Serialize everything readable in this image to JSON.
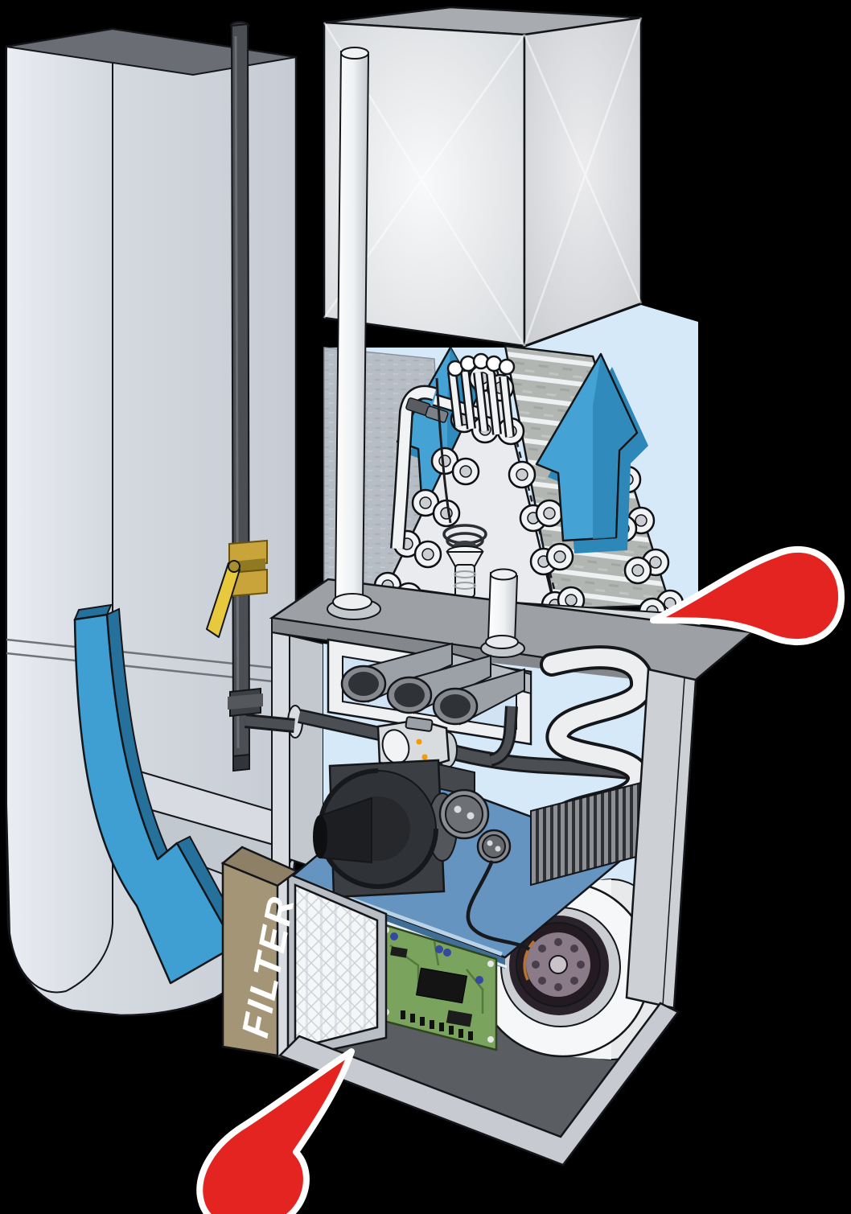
{
  "labels": {
    "filter": "FILTER"
  },
  "colors": {
    "background": "#000000",
    "pointer_red": "#e42420",
    "pointer_outline": "#ffffff",
    "intake_arrow_blue": "#3f9fd2",
    "intake_arrow_blue_dark": "#26719c",
    "coil_arrow_blue": "#45a2d4",
    "coil_arrow_blue_dark": "#2d87b8",
    "filter_slab_tan": "#a39576",
    "filter_slab_top_tan": "#8d8066",
    "filter_text": "#ffffff",
    "pcb_green": "#7aa45e",
    "shelf_blue": "#6494bf",
    "interior_blue": "#d6e9f8",
    "valve_yellow": "#e8c93e",
    "valve_brass": "#c9a43a"
  },
  "parts": [
    "return-air-duct",
    "gas-supply-pipe",
    "gas-shutoff-valve",
    "supply-plenum",
    "pvc-vent-pipe",
    "evaporator-a-coil",
    "condensate-drain-trap",
    "airflow-up-arrows",
    "return-airflow-arrow",
    "burner-assembly",
    "gas-valve",
    "inducer-motor",
    "heat-exchanger",
    "heat-exchanger-fins",
    "control-board",
    "blower-assembly",
    "air-filter",
    "filter-slab-label",
    "callout-pointer-top",
    "callout-pointer-bottom"
  ]
}
